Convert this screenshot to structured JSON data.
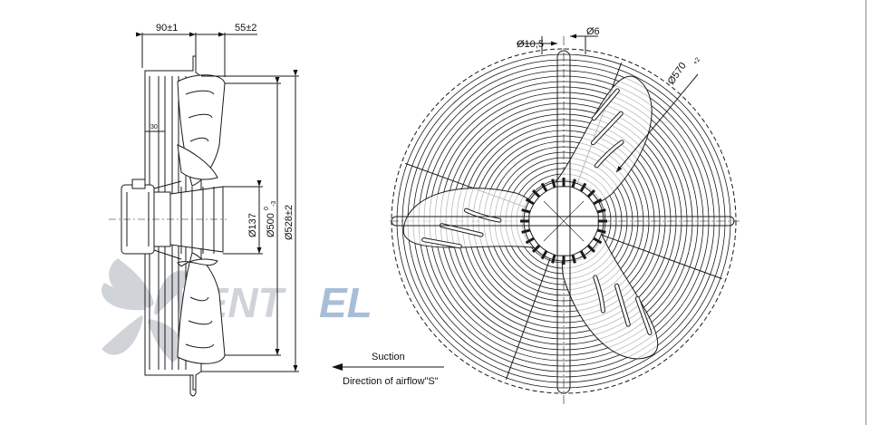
{
  "dimensions": {
    "depth_total": "90±1",
    "depth_front": "55±2",
    "dia_hub": "Ø137",
    "dia_blade_main": "Ø500",
    "dia_blade_tol_up": "0",
    "dia_blade_tol_down": "-3",
    "dia_guard": "Ø528±2",
    "angle_label": "30",
    "hole_dia": "Ø10,5",
    "rod_dia": "Ø6",
    "circle_dia_main": "Ø570",
    "circle_dia_tol": "+2"
  },
  "airflow": {
    "suction_label": "Suction",
    "direction_label": "Direction of airflow\"S\""
  },
  "watermark": {
    "text_a": "VENT",
    "text_b": "EL",
    "color_a": "#c8ccd2",
    "color_b": "#9ab3cf"
  },
  "colors": {
    "line": "#1a1a1a",
    "frame": "#8a8a8a"
  }
}
